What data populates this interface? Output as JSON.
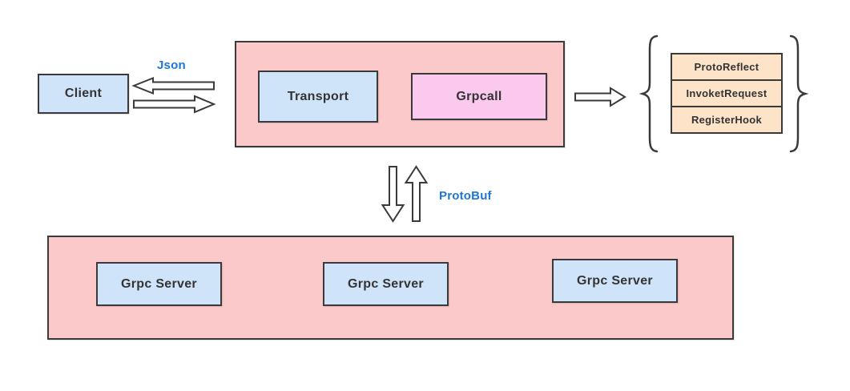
{
  "nodes": {
    "client": "Client",
    "transport": "Transport",
    "grpcall": "Grpcall"
  },
  "labels": {
    "json": "Json",
    "protobuf": "ProtoBuf"
  },
  "hooks": [
    "ProtoReflect",
    "InvoketRequest",
    "RegisterHook"
  ],
  "servers": [
    "Grpc Server",
    "Grpc Server",
    "Grpc Server"
  ],
  "icons": {
    "arrow_left": "outlined left arrow",
    "arrow_right": "outlined right arrow",
    "arrow_down": "outlined down arrow",
    "arrow_up": "outlined up arrow",
    "brace_left": "{",
    "brace_right": "}"
  },
  "colors": {
    "container-fill": "#fbc9c9",
    "node-blue-fill": "#d0e4f9",
    "node-pink-fill": "#fcc9ee",
    "hook-fill": "#fde4c9",
    "stroke": "#3a3a3a",
    "label-blue": "#1e78d2",
    "text": "#333333"
  }
}
